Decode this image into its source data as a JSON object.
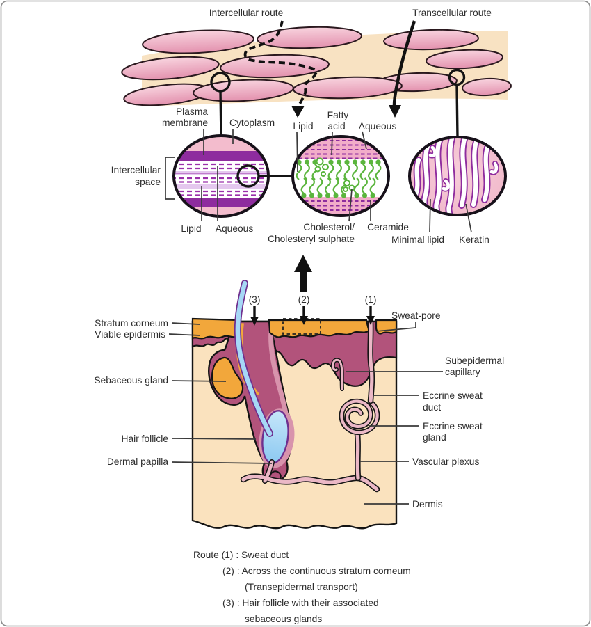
{
  "figure": {
    "top": {
      "intercellular": "Intercellular route",
      "transcellular": "Transcellular route"
    },
    "c1": {
      "plasma1": "Plasma",
      "plasma2": "membrane",
      "cytoplasm": "Cytoplasm",
      "inter1": "Intercellular",
      "inter2": "space",
      "lipid": "Lipid",
      "aqueous": "Aqueous"
    },
    "c2": {
      "lipid": "Lipid",
      "fatty1": "Fatty",
      "fatty2": "acid",
      "aqueous": "Aqueous",
      "chol1": "Cholesterol/",
      "chol2": "Cholesteryl sulphate",
      "ceramide": "Ceramide"
    },
    "c3": {
      "minimal": "Minimal lipid",
      "keratin": "Keratin"
    },
    "skin": {
      "stratum": "Stratum corneum",
      "viable": "Viable epidermis",
      "sebaceous": "Sebaceous gland",
      "hair": "Hair follicle",
      "papilla": "Dermal papilla",
      "sweatpore": "Sweat-pore",
      "subepi1": "Subepidermal",
      "subepi2": "capillary",
      "educt1": "Eccrine sweat",
      "educt2": "duct",
      "egland1": "Eccrine sweat",
      "egland2": "gland",
      "vascular": "Vascular plexus",
      "dermis": "Dermis",
      "r1": "(1)",
      "r2": "(2)",
      "r3": "(3)"
    },
    "legend": {
      "l1": "Route (1) : Sweat duct",
      "l2": "(2) : Across the continuous stratum corneum",
      "l3": "(Transepidermal transport)",
      "l4": "(3) : Hair follicle with their associated",
      "l5": "sebaceous glands"
    },
    "colors": {
      "cell_pink": "#E996B2",
      "matrix_tan": "#F8E2C2",
      "membrane_purple": "#8E2C9E",
      "lamella_lavender": "#E4C8EE",
      "lipid_green": "#5BB53D",
      "bilayer_band_pink": "#F2ADC9",
      "stratum_orange": "#F2A73B",
      "epidermis_mauve": "#B2537B",
      "dermis_cream": "#FAE2BE",
      "hair_blue": "#A6D8F6",
      "vessel_pink": "#EBB8C6",
      "outline": "#161616"
    }
  }
}
